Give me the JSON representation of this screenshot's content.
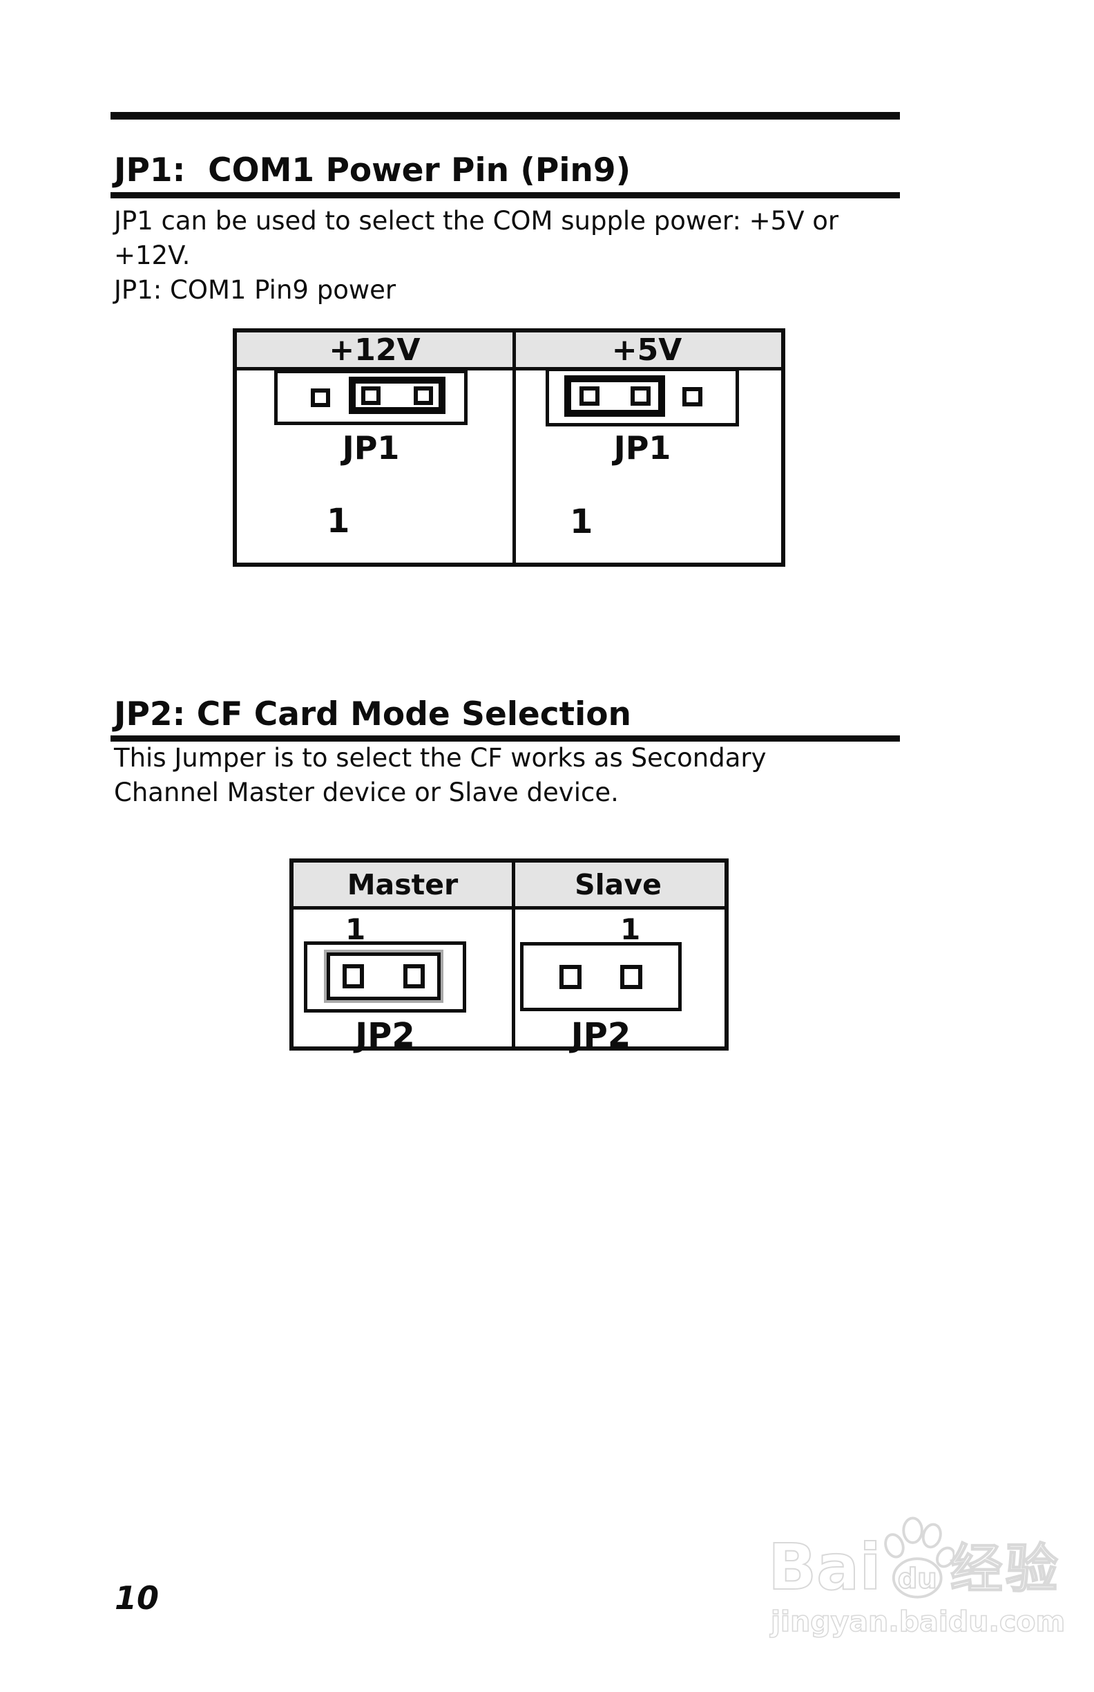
{
  "page_number": "10",
  "colors": {
    "ink": "#0d0d0d",
    "table_header_bg": "#e4e4e4",
    "watermark_gray": "#d9d9d9"
  },
  "sections": [
    {
      "heading": "JP1:  COM1 Power Pin (Pin9)",
      "body_lines": [
        "JP1 can be used to select the COM supple power: +5V or",
        "+12V.",
        "JP1: COM1 Pin9 power"
      ],
      "table": {
        "headers": [
          "+12V",
          "+5V"
        ],
        "cells": [
          {
            "jumper_label": "JP1",
            "pin1_label": "1",
            "cap_covers": "pins 2-3"
          },
          {
            "jumper_label": "JP1",
            "pin1_label": "1",
            "cap_covers": "pins 1-2"
          }
        ]
      }
    },
    {
      "heading": "JP2: CF Card Mode Selection",
      "body_lines": [
        "This Jumper is to select the CF works as Secondary",
        "Channel Master device or Slave device."
      ],
      "table": {
        "headers": [
          "Master",
          "Slave"
        ],
        "cells": [
          {
            "jumper_label": "JP2",
            "pin1_label": "1",
            "cap_covers": "pins 1-2"
          },
          {
            "jumper_label": "JP2",
            "pin1_label": "1",
            "cap_covers": "none"
          }
        ]
      }
    }
  ],
  "watermark": {
    "brand_prefix": "Bai",
    "brand_suffix": "du",
    "brand_cn": "经验",
    "site": "jingyan.baidu.com"
  }
}
